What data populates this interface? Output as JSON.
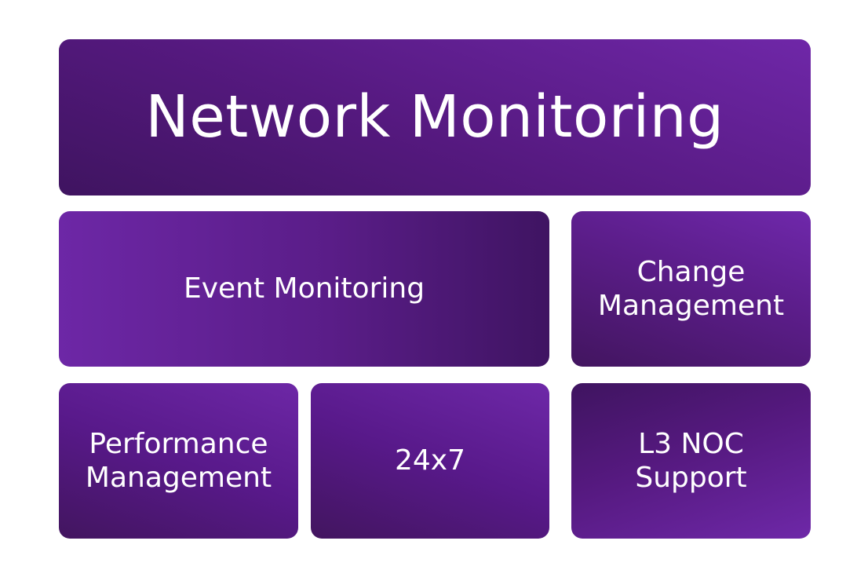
{
  "tiles": {
    "network_monitoring": {
      "label": "Network Monitoring"
    },
    "event_monitoring": {
      "label": "Event Monitoring"
    },
    "change_management": {
      "line1": "Change",
      "line2": "Management"
    },
    "performance_management": {
      "line1": "Performance",
      "line2": "Management"
    },
    "coverage": {
      "label": "24x7"
    },
    "l3_noc_support": {
      "line1": "L3 NOC",
      "line2": "Support"
    }
  },
  "colors": {
    "tile_light": "#6f27a8",
    "tile_mid": "#57198a",
    "tile_dark": "#3f1460",
    "text": "#ffffff",
    "background": "#ffffff"
  }
}
